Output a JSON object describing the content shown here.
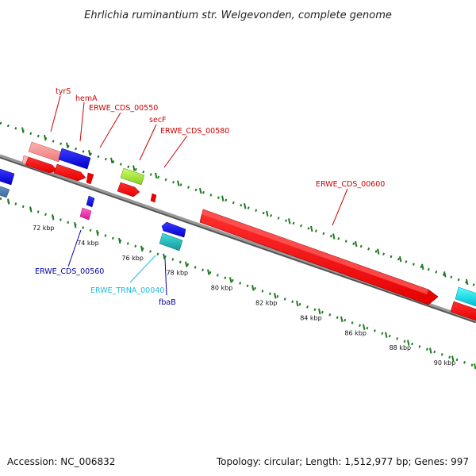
{
  "title": "Ehrlichia ruminantium str. Welgevonden, complete genome",
  "footer": {
    "accession": "Accession: NC_006832",
    "summary": "Topology: circular; Length: 1,512,977 bp; Genes: 997"
  },
  "colors": {
    "backbone": "#888888",
    "ruler": "#1f7a1f",
    "label_red": "#cc0000",
    "label_blue": "#0000aa",
    "label_cyan": "#22bbdd"
  },
  "ruler_ticks": [
    "72 kbp",
    "74 kbp",
    "76 kbp",
    "78 kbp",
    "80 kbp",
    "82 kbp",
    "84 kbp",
    "86 kbp",
    "88 kbp",
    "90 kbp"
  ],
  "gene_labels": {
    "tyrS": "tyrS",
    "hemA": "hemA",
    "erwe_cds_00550": "ERWE_CDS_00550",
    "secF": "secF",
    "erwe_cds_00580": "ERWE_CDS_00580",
    "erwe_cds_00600": "ERWE_CDS_00600",
    "erwe_cds_00560": "ERWE_CDS_00560",
    "erwe_trna_00040": "ERWE_TRNA_00040",
    "fbaB": "fbaB"
  }
}
